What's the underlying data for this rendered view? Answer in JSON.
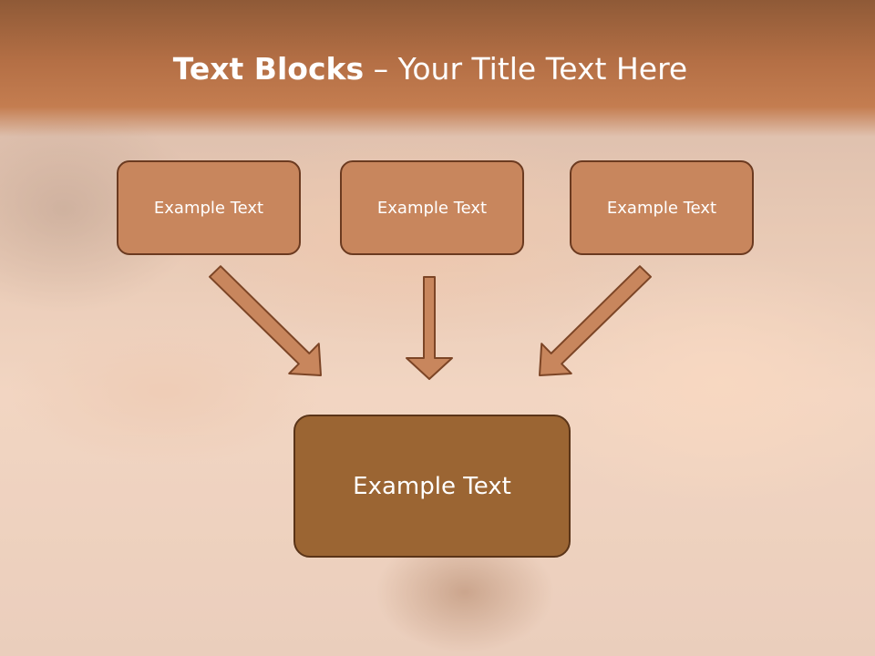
{
  "slide": {
    "title_bold": "Text Blocks",
    "title_dash": " – ",
    "title_rest": "Your Title Text Here",
    "blocks": [
      {
        "label": "Example Text"
      },
      {
        "label": "Example Text"
      },
      {
        "label": "Example Text"
      }
    ],
    "main_block": {
      "label": "Example Text"
    }
  },
  "colors": {
    "header": "#b46f45",
    "block_fill": "#c8865d",
    "block_border": "#6b3a20",
    "main_fill": "#9b6533",
    "arrow_fill": "#c8865d",
    "text": "#ffffff"
  }
}
